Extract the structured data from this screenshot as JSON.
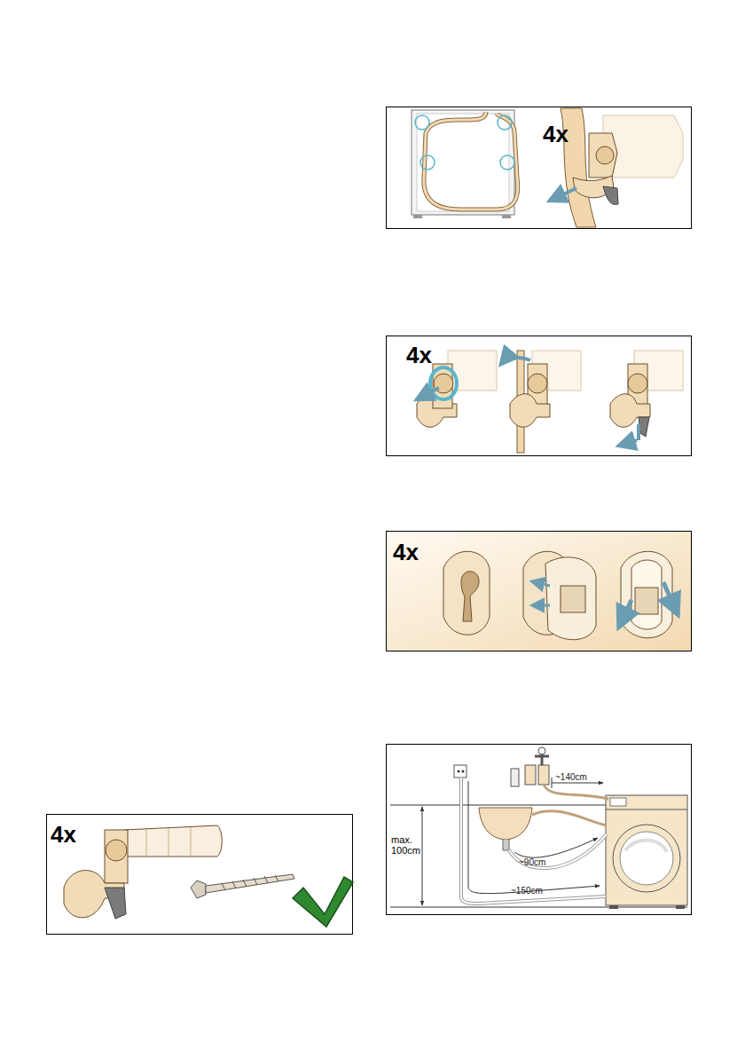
{
  "diagram": {
    "labels": [
      "4x",
      "4x",
      "4x",
      "~140cm",
      "4x",
      "max. 100cm",
      "~90cm",
      "~150cm"
    ]
  }
}
